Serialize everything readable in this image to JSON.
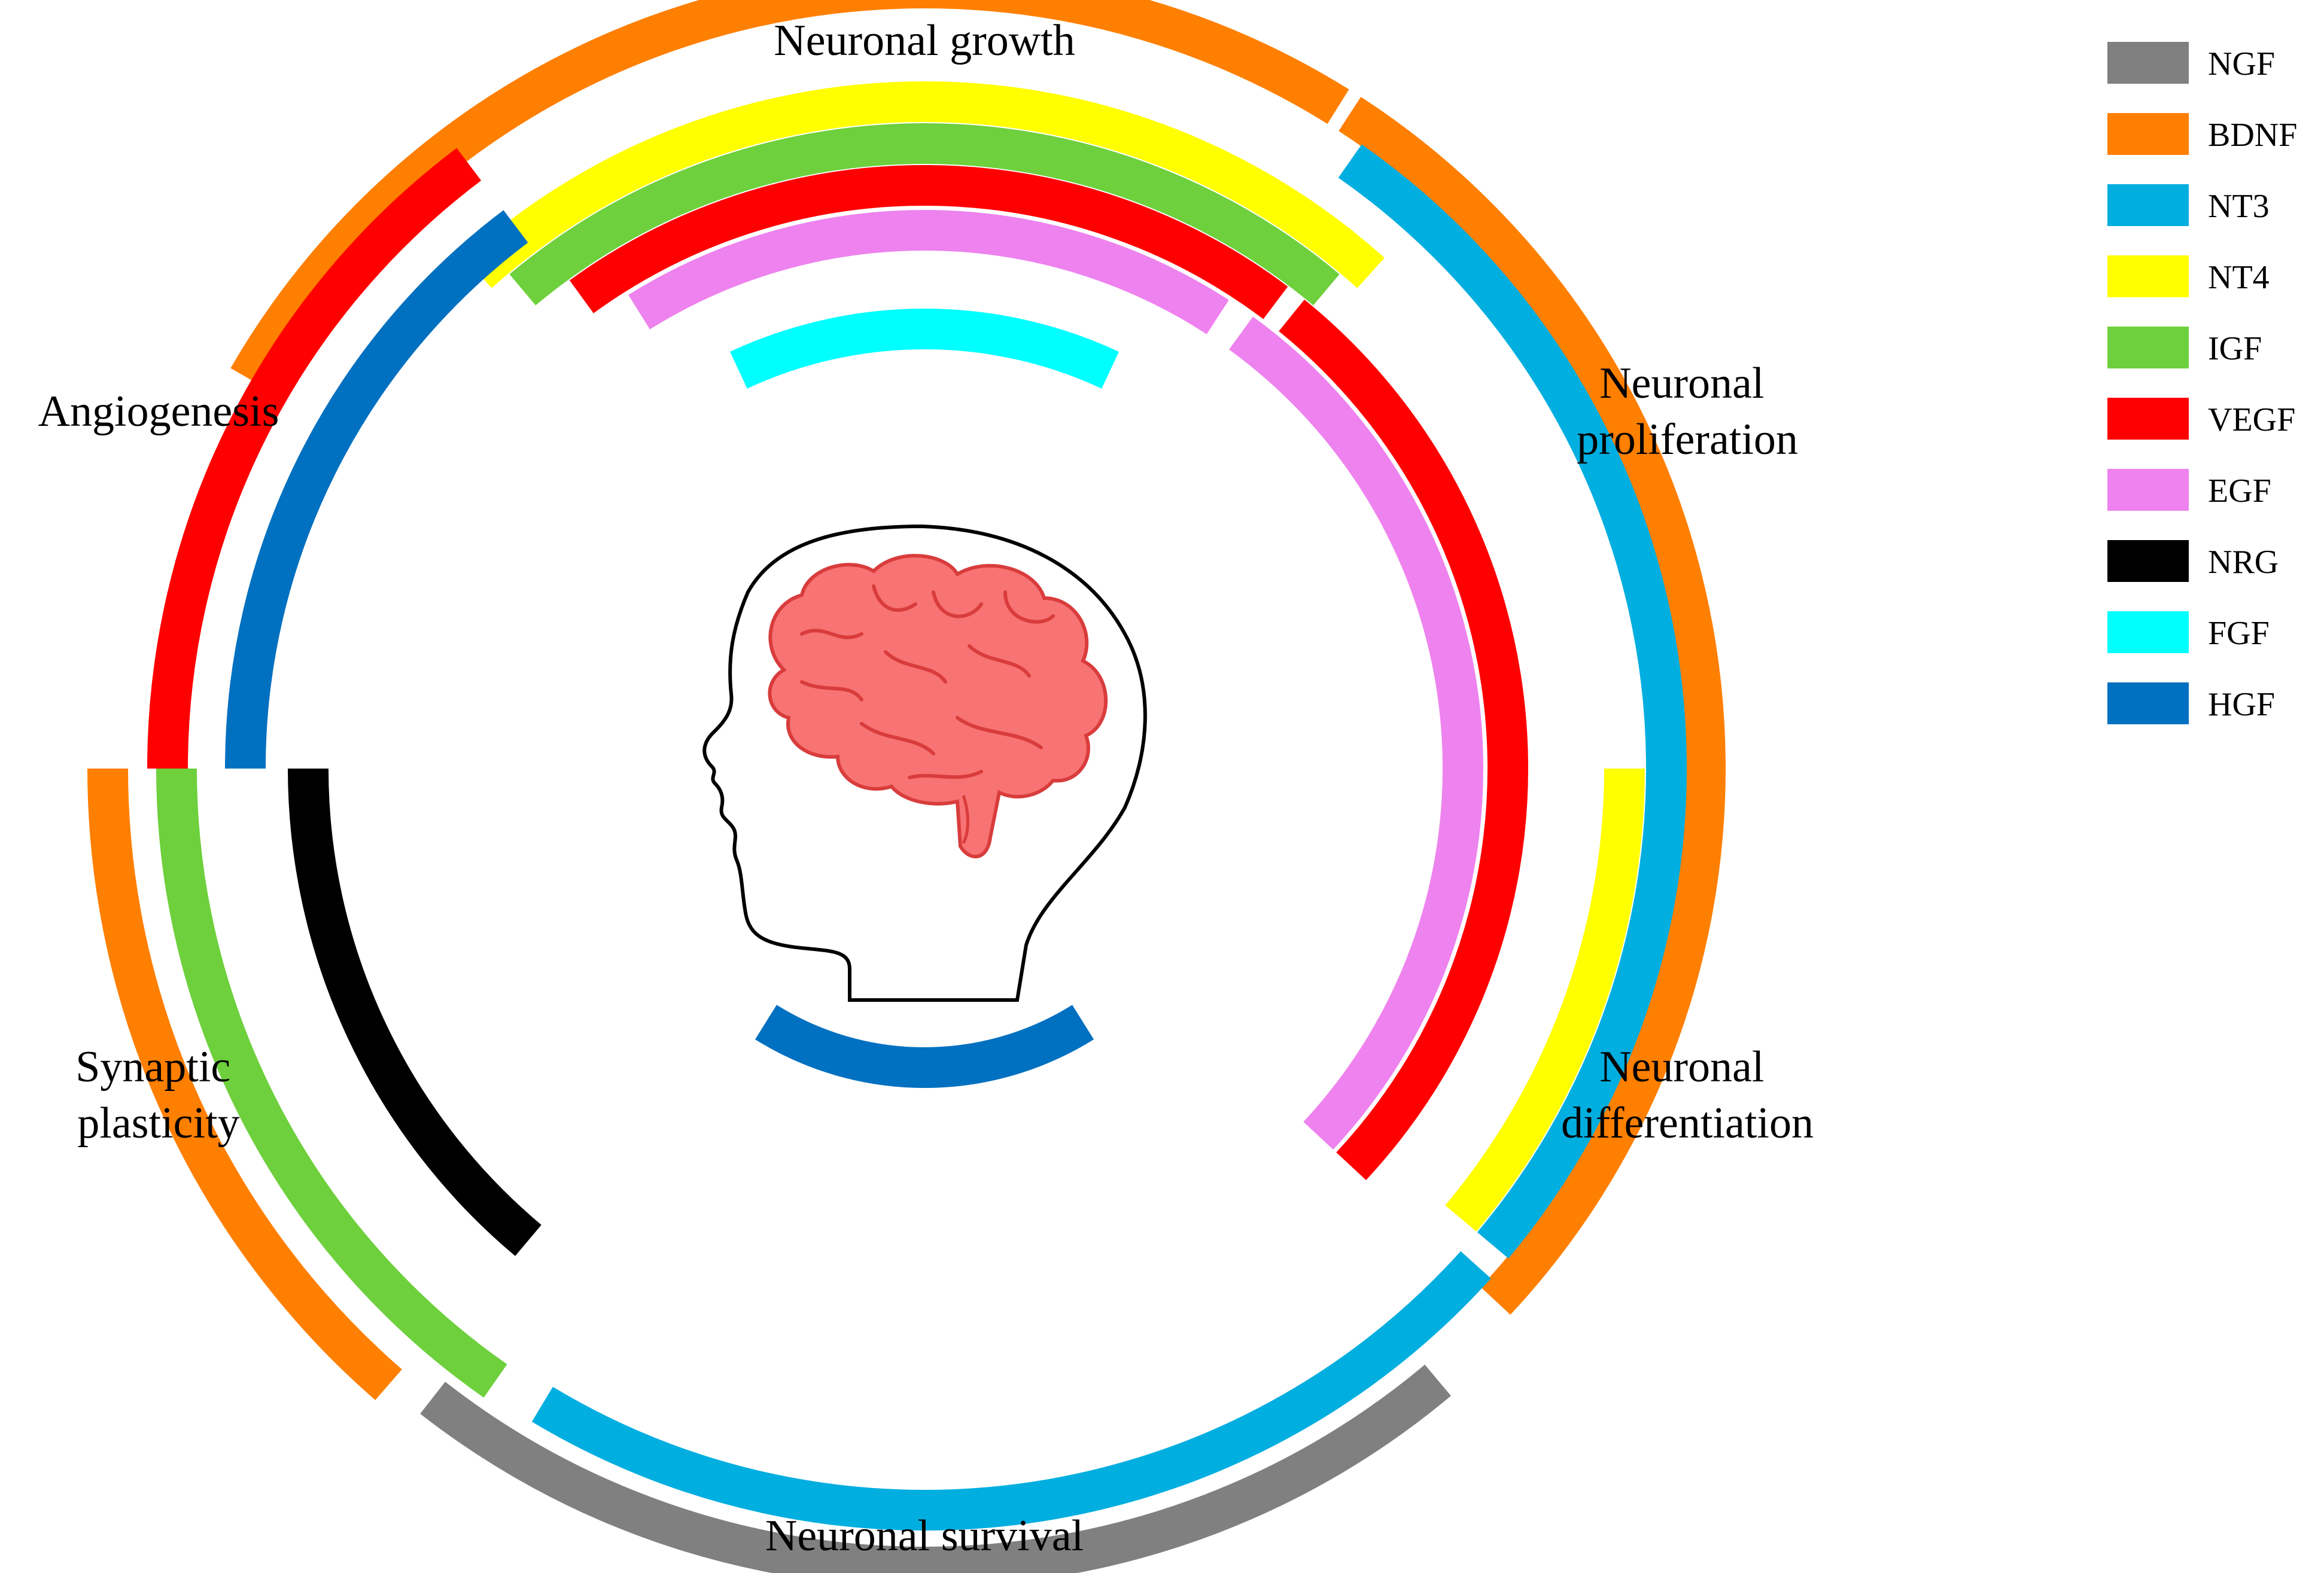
{
  "diagram": {
    "categories": {
      "growth": [
        "Neuronal growth"
      ],
      "proliferation": [
        "Neuronal",
        "proliferation"
      ],
      "differentiation": [
        "Neuronal",
        "differentiation"
      ],
      "survival": [
        "Neuronal survival"
      ],
      "plasticity": [
        "Synaptic",
        "plasticity"
      ],
      "angiogenesis": [
        "Angiogenesis"
      ]
    },
    "legend": [
      {
        "name": "NGF",
        "color": "#808080"
      },
      {
        "name": "BDNF",
        "color": "#FF7F00"
      },
      {
        "name": "NT3",
        "color": "#00AEE0"
      },
      {
        "name": "NT4",
        "color": "#FFFF00"
      },
      {
        "name": "IGF",
        "color": "#6DD03C"
      },
      {
        "name": "VEGF",
        "color": "#FF0000"
      },
      {
        "name": "EGF",
        "color": "#EE82EE"
      },
      {
        "name": "NRG",
        "color": "#000000"
      },
      {
        "name": "FGF",
        "color": "#00FFFF"
      },
      {
        "name": "HGF",
        "color": "#0070C0"
      }
    ],
    "center_icon": "head-with-brain-icon"
  }
}
